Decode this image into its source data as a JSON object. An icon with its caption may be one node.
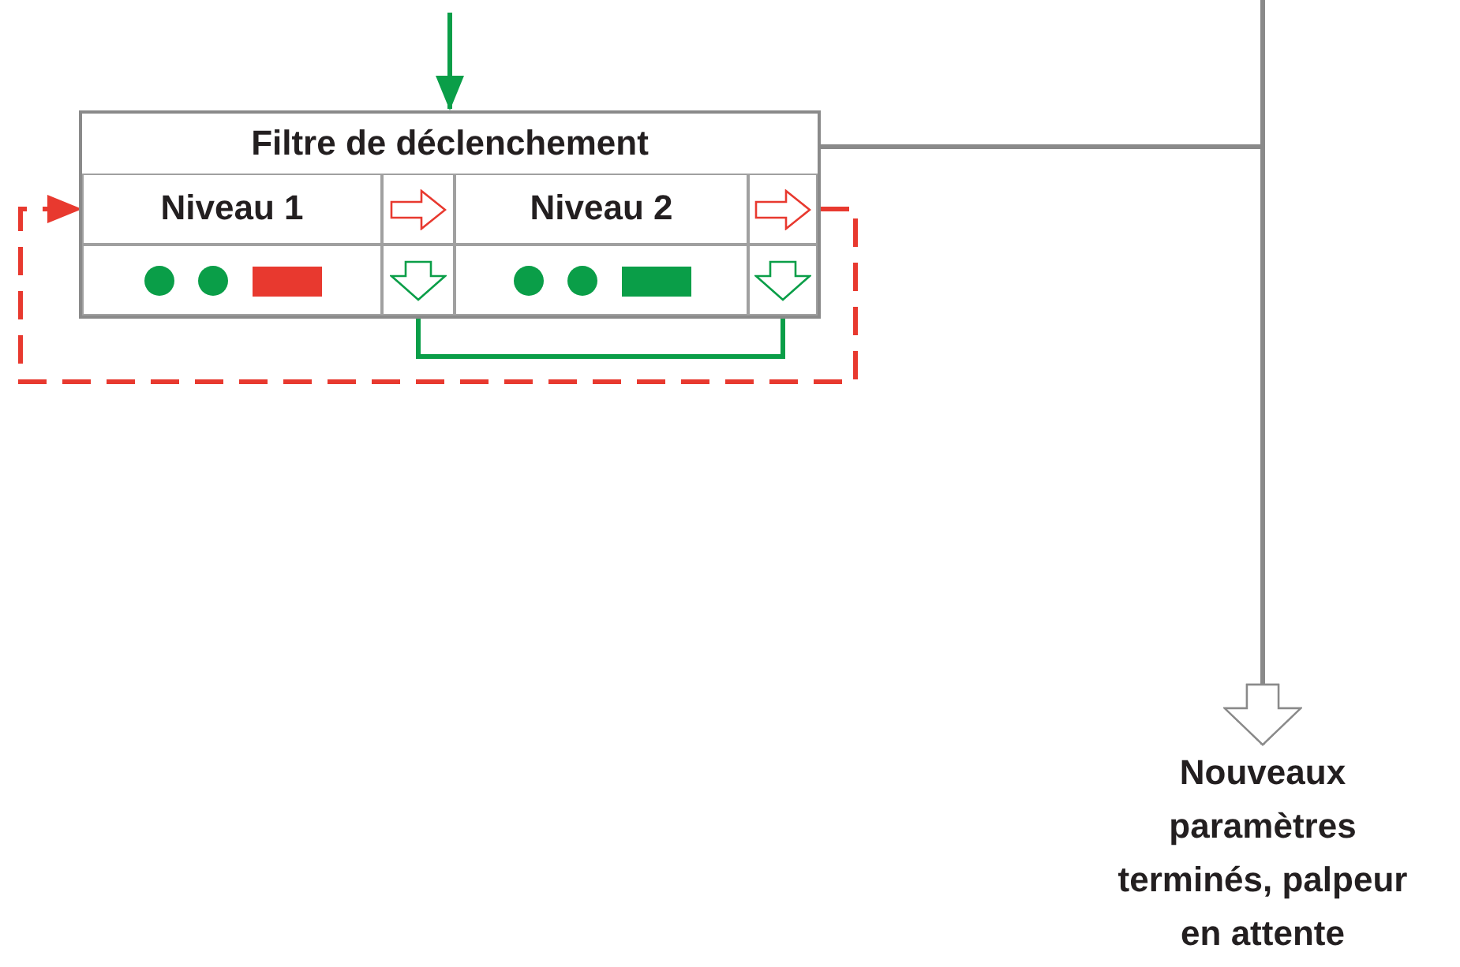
{
  "diagram": {
    "nodes": [
      {
        "text": [
          "Filtre de déclenchement"
        ]
      },
      {
        "text": [
          "Niveau 1"
        ],
        "in": 0
      },
      {
        "text": [],
        "shape": "box",
        "in": 0
      },
      {
        "text": [
          "Niveau 2"
        ],
        "in": 0
      },
      {
        "text": [],
        "shape": "box",
        "in": 0
      },
      {
        "text": [],
        "shape": "picture",
        "in": 0
      },
      {
        "text": [],
        "shape": "box",
        "in": 0
      },
      {
        "text": [],
        "shape": "picture",
        "in": 0
      },
      {
        "text": [],
        "shape": "box",
        "in": 0
      },
      {
        "text": [
          "Nouveaux paramètres terminés, palpeur en attente"
        ]
      }
    ],
    "edges": [
      {
        "from": null,
        "to": 0,
        "arrow": "to",
        "color": "#0a9e48"
      },
      {
        "from": 4,
        "to": 1,
        "arrow": "to",
        "style": "dashed",
        "color": "#e8392f"
      },
      {
        "from": 6,
        "to": 8,
        "arrow": "none",
        "color": "#0a9e48"
      },
      {
        "from": 0,
        "to": 9,
        "arrow": "to",
        "color": "#8a8a8a"
      },
      {
        "from": null,
        "to": 9,
        "arrow": "to",
        "color": "#8a8a8a"
      }
    ]
  }
}
